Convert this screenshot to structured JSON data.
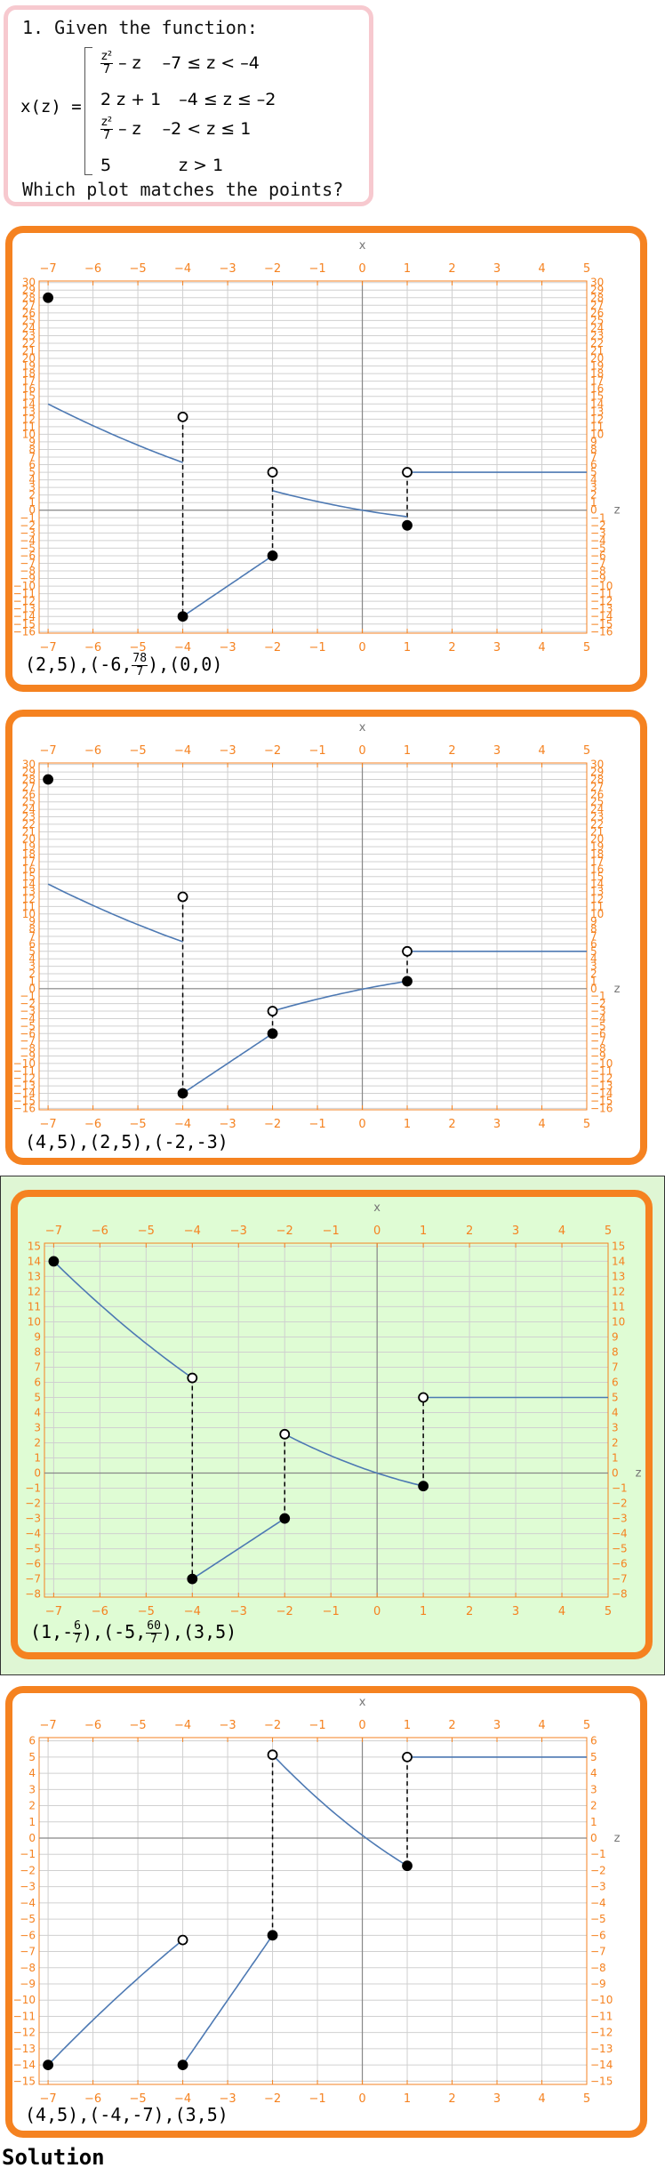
{
  "question": {
    "title": "1. Given the function:",
    "function_name": "x(z)",
    "cases": [
      {
        "expr_num": "z²",
        "expr_den": "7",
        "expr_rest": "– z",
        "cond": "–7 ≤ z < –4"
      },
      {
        "expr_plain": "2 z + 1",
        "cond": "–4 ≤ z ≤ –2"
      },
      {
        "expr_num": "z²",
        "expr_den": "7",
        "expr_rest": "– z",
        "cond": "–2 < z ≤ 1"
      },
      {
        "expr_plain": "5",
        "cond": "z > 1"
      }
    ],
    "ask": "Which plot matches the points?"
  },
  "options": [
    {
      "caption_a": "(2,5),(-6,",
      "caption_num": "78",
      "caption_den": "7",
      "caption_b": "),(0,0)",
      "selected": false,
      "chart": {
        "type": "line",
        "x_label": "x",
        "y_label": "z",
        "x_ticks": [
          -7,
          -6,
          -5,
          -4,
          -3,
          -2,
          -1,
          0,
          1,
          2,
          3,
          4,
          5
        ],
        "ylim": [
          -16,
          30
        ],
        "y_ticks": [
          30,
          29,
          28,
          27,
          26,
          25,
          24,
          23,
          22,
          21,
          20,
          19,
          18,
          17,
          16,
          15,
          14,
          13,
          12,
          11,
          10,
          9,
          8,
          7,
          6,
          5,
          4,
          3,
          2,
          1,
          0,
          -1,
          -2,
          -3,
          -4,
          -5,
          -6,
          -7,
          -8,
          -9,
          -10,
          -11,
          -12,
          -13,
          -14,
          -15,
          -16
        ],
        "segments": [
          {
            "fn": "q1",
            "from": -7,
            "to": -4
          },
          {
            "fn": "lin",
            "from": -4,
            "to": -2
          },
          {
            "fn": "q1",
            "from": -2,
            "to": 1
          },
          {
            "fn": "const5",
            "from": 1,
            "to": 5
          }
        ],
        "points": [
          {
            "x": -7,
            "y": 28,
            "filled": true
          },
          {
            "x": -4,
            "y": 12.29,
            "filled": false
          },
          {
            "x": -4,
            "y": -14,
            "filled": true
          },
          {
            "x": -2,
            "y": -6,
            "filled": true
          },
          {
            "x": -2,
            "y": 5,
            "filled": false
          },
          {
            "x": 1,
            "y": -2,
            "filled": true
          },
          {
            "x": 1,
            "y": 5,
            "filled": false
          }
        ],
        "jumps": [
          {
            "x": -4,
            "y1": 12.29,
            "y2": -14
          },
          {
            "x": -2,
            "y1": -6,
            "y2": 5
          },
          {
            "x": 1,
            "y1": -2,
            "y2": 5
          }
        ]
      }
    },
    {
      "caption_a": "(4,5),(2,5),(-2,-3)",
      "caption_num": "",
      "caption_den": "",
      "caption_b": "",
      "selected": false,
      "chart": {
        "type": "line",
        "x_label": "x",
        "y_label": "z",
        "x_ticks": [
          -7,
          -6,
          -5,
          -4,
          -3,
          -2,
          -1,
          0,
          1,
          2,
          3,
          4,
          5
        ],
        "ylim": [
          -16,
          30
        ],
        "y_ticks": [
          30,
          29,
          28,
          27,
          26,
          25,
          24,
          23,
          22,
          21,
          20,
          19,
          18,
          17,
          16,
          15,
          14,
          13,
          12,
          11,
          10,
          9,
          8,
          7,
          6,
          5,
          4,
          3,
          2,
          1,
          0,
          -1,
          -2,
          -3,
          -4,
          -5,
          -6,
          -7,
          -8,
          -9,
          -10,
          -11,
          -12,
          -13,
          -14,
          -15,
          -16
        ],
        "segments": [
          {
            "fn": "q1",
            "from": -7,
            "to": -4
          },
          {
            "fn": "lin",
            "from": -4,
            "to": -2
          },
          {
            "fn": "alt2",
            "from": -2,
            "to": 1
          },
          {
            "fn": "const5",
            "from": 1,
            "to": 5
          }
        ],
        "points": [
          {
            "x": -7,
            "y": 28,
            "filled": true
          },
          {
            "x": -4,
            "y": 12.29,
            "filled": false
          },
          {
            "x": -4,
            "y": -14,
            "filled": true
          },
          {
            "x": -2,
            "y": -6,
            "filled": true
          },
          {
            "x": -2,
            "y": -3,
            "filled": false
          },
          {
            "x": 1,
            "y": 1,
            "filled": true
          },
          {
            "x": 1,
            "y": 5,
            "filled": false
          }
        ],
        "jumps": [
          {
            "x": -4,
            "y1": 12.29,
            "y2": -14
          },
          {
            "x": -2,
            "y1": -6,
            "y2": -3
          },
          {
            "x": 1,
            "y1": 1,
            "y2": 5
          }
        ]
      }
    },
    {
      "caption_a": "(1,-",
      "caption_num": "6",
      "caption_den": "7",
      "caption_mid": "),(-5,",
      "caption_num2": "60",
      "caption_den2": "7",
      "caption_b": "),(3,5)",
      "selected": true,
      "chart": {
        "type": "line",
        "x_label": "x",
        "y_label": "z",
        "x_ticks": [
          -7,
          -6,
          -5,
          -4,
          -3,
          -2,
          -1,
          0,
          1,
          2,
          3,
          4,
          5
        ],
        "ylim": [
          -8,
          15
        ],
        "y_ticks": [
          15,
          14,
          13,
          12,
          11,
          10,
          9,
          8,
          7,
          6,
          5,
          4,
          3,
          2,
          1,
          0,
          -1,
          -2,
          -3,
          -4,
          -5,
          -6,
          -7,
          -8
        ],
        "segments": [
          {
            "fn": "q1",
            "from": -7,
            "to": -4
          },
          {
            "fn": "lin2",
            "from": -4,
            "to": -2
          },
          {
            "fn": "q1",
            "from": -2,
            "to": 1
          },
          {
            "fn": "const5",
            "from": 1,
            "to": 5
          }
        ],
        "points": [
          {
            "x": -7,
            "y": 14,
            "filled": true
          },
          {
            "x": -4,
            "y": 6.29,
            "filled": false
          },
          {
            "x": -4,
            "y": -7,
            "filled": true
          },
          {
            "x": -2,
            "y": -3,
            "filled": true
          },
          {
            "x": -2,
            "y": 2.57,
            "filled": false
          },
          {
            "x": 1,
            "y": -0.86,
            "filled": true
          },
          {
            "x": 1,
            "y": 5,
            "filled": false
          }
        ],
        "jumps": [
          {
            "x": -4,
            "y1": 6.29,
            "y2": -7
          },
          {
            "x": -2,
            "y1": -3,
            "y2": 2.57
          },
          {
            "x": 1,
            "y1": -0.86,
            "y2": 5
          }
        ]
      }
    },
    {
      "caption_a": "(4,5),(-4,-7),(3,5)",
      "caption_num": "",
      "caption_den": "",
      "caption_b": "",
      "selected": false,
      "chart": {
        "type": "line",
        "x_label": "x",
        "y_label": "z",
        "x_ticks": [
          -7,
          -6,
          -5,
          -4,
          -3,
          -2,
          -1,
          0,
          1,
          2,
          3,
          4,
          5
        ],
        "ylim": [
          -15,
          6
        ],
        "y_ticks": [
          6,
          5,
          4,
          3,
          2,
          1,
          0,
          -1,
          -2,
          -3,
          -4,
          -5,
          -6,
          -7,
          -8,
          -9,
          -10,
          -11,
          -12,
          -13,
          -14,
          -15
        ],
        "segments": [
          {
            "fn": "neg",
            "from": -7,
            "to": -4
          },
          {
            "fn": "lin",
            "from": -4,
            "to": -2
          },
          {
            "fn": "q4",
            "from": -2,
            "to": 1
          },
          {
            "fn": "const5",
            "from": 1,
            "to": 5
          }
        ],
        "points": [
          {
            "x": -7,
            "y": -14,
            "filled": true
          },
          {
            "x": -4,
            "y": -6.29,
            "filled": false
          },
          {
            "x": -4,
            "y": -14,
            "filled": true
          },
          {
            "x": -2,
            "y": -6,
            "filled": true
          },
          {
            "x": -2,
            "y": 5.14,
            "filled": false
          },
          {
            "x": 1,
            "y": -1.71,
            "filled": true
          },
          {
            "x": 1,
            "y": 5,
            "filled": false
          }
        ],
        "jumps": [
          {
            "x": -2,
            "y1": -6,
            "y2": 5.14
          },
          {
            "x": 1,
            "y1": -1.71,
            "y2": 5
          }
        ]
      }
    }
  ],
  "solution_label": "Solution",
  "colors": {
    "axis": "#f58220",
    "curve": "#4d79b3",
    "grid": "#d0d0d0",
    "border": "#f58220",
    "selected_bg": "#dff6d4"
  }
}
